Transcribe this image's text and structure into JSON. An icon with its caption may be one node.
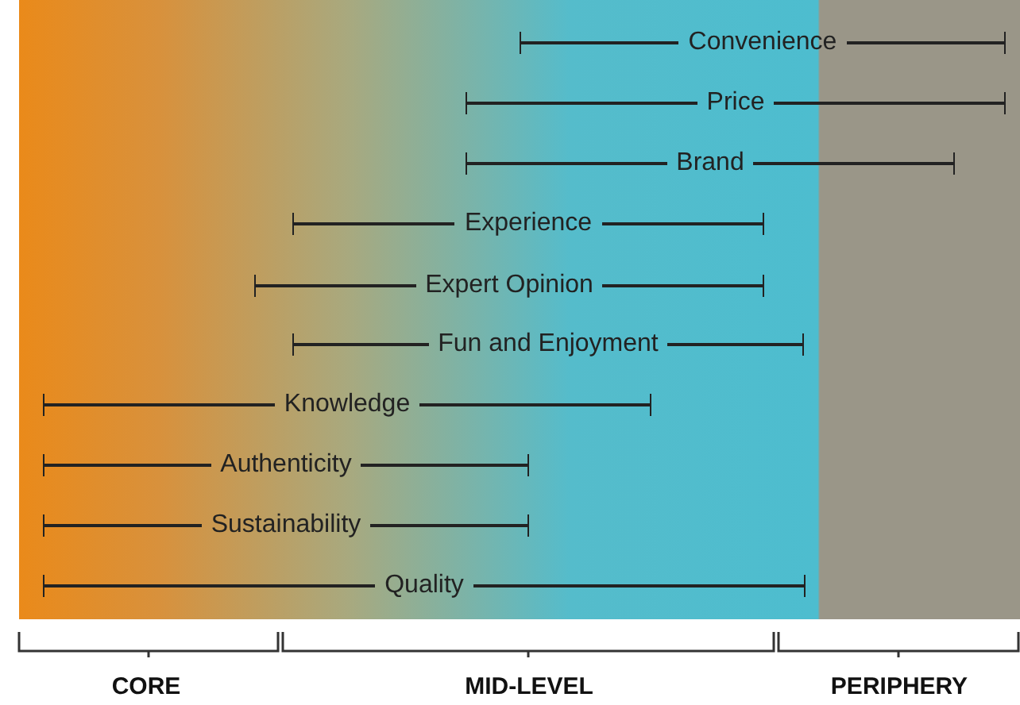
{
  "diagram": {
    "nodes": [
      {
        "text": [
          "Convenience"
        ]
      },
      {
        "text": [
          "Price"
        ]
      },
      {
        "text": [
          "Brand"
        ]
      },
      {
        "text": [
          "Experience"
        ]
      },
      {
        "text": [
          "Expert Opinion"
        ]
      },
      {
        "text": [
          "Fun and Enjoyment"
        ]
      },
      {
        "text": [
          "Knowledge"
        ]
      },
      {
        "text": [
          "Authenticity"
        ]
      },
      {
        "text": [
          "Sustainability"
        ]
      },
      {
        "text": [
          "Quality"
        ]
      }
    ],
    "edges": [],
    "labels": [
      "CORE",
      "MID-LEVEL",
      "PERIPHERY"
    ]
  }
}
